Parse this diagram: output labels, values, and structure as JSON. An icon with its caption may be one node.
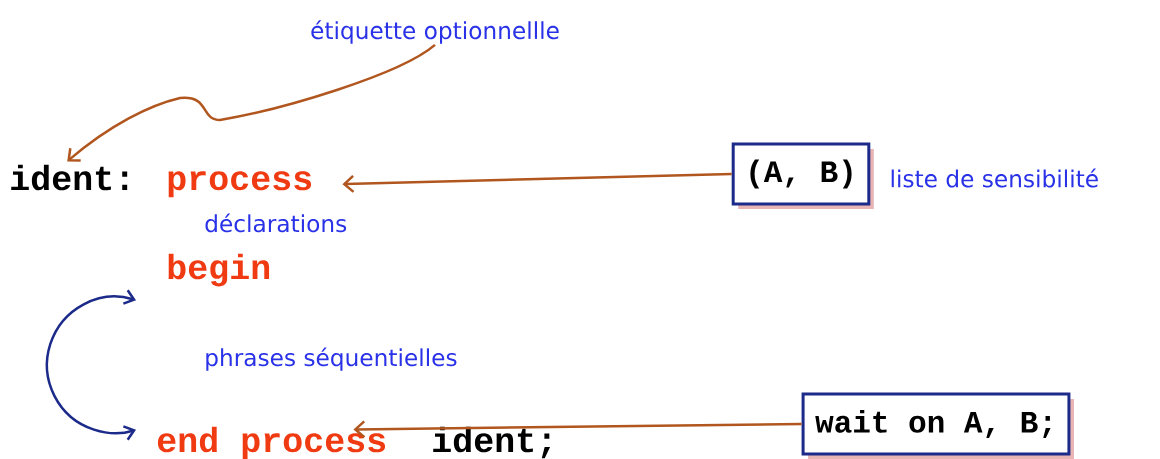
{
  "diagram": {
    "nodes": [
      {
        "text": [
          "étiquette optionnellle"
        ]
      },
      {
        "text": [
          "ident:"
        ]
      },
      {
        "text": [
          "process"
        ]
      },
      {
        "text": [
          "(A, B)"
        ],
        "beside": [
          "liste de sensibilité"
        ]
      },
      {
        "text": [
          "end process"
        ]
      },
      {
        "text": [
          "wait on A, B;"
        ]
      }
    ],
    "edges": [
      {
        "from": 0,
        "to": 1,
        "arrow": "to"
      },
      {
        "from": 3,
        "to": 2,
        "arrow": "to"
      },
      {
        "from": 5,
        "to": 4,
        "arrow": "to"
      }
    ],
    "labels": [
      "déclarations",
      "begin",
      "phrases séquentielles",
      "ident;"
    ]
  }
}
